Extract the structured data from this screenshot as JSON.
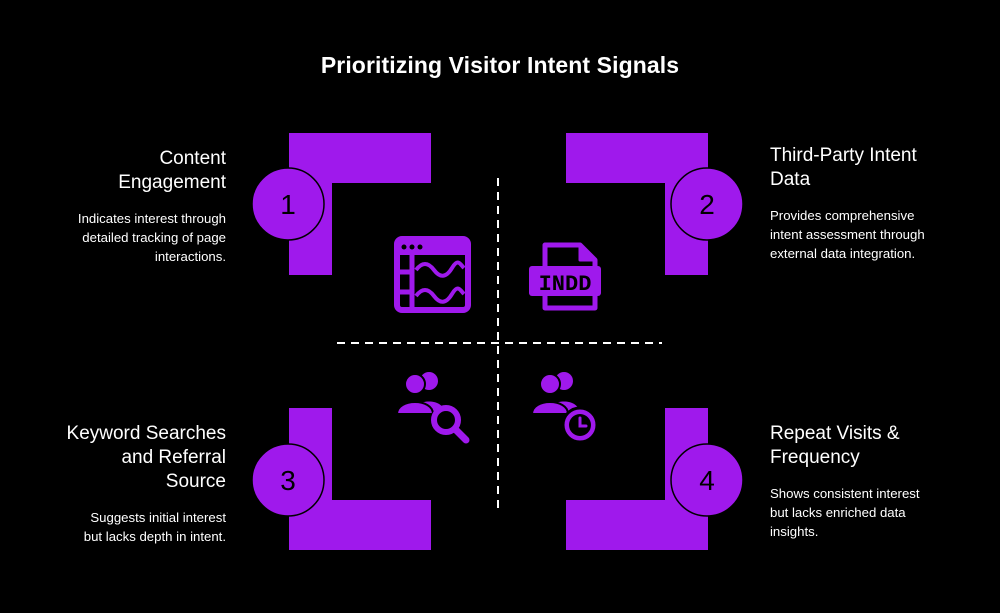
{
  "title": "Prioritizing Visitor Intent Signals",
  "colors": {
    "accent": "#9f19ec",
    "background": "#000000",
    "text": "#ffffff"
  },
  "quadrants": [
    {
      "number": "1",
      "title_lines": [
        "Content",
        "Engagement"
      ],
      "desc_lines": [
        "Indicates interest through",
        "detailed tracking of page",
        "interactions."
      ],
      "icon": "browser-chart-icon"
    },
    {
      "number": "2",
      "title_lines": [
        "Third-Party Intent",
        "Data"
      ],
      "desc_lines": [
        "Provides comprehensive",
        "intent assessment through",
        "external data integration."
      ],
      "icon": "indd-file-icon"
    },
    {
      "number": "3",
      "title_lines": [
        "Keyword Searches",
        "and Referral",
        "Source"
      ],
      "desc_lines": [
        "Suggests initial interest",
        "but lacks depth in intent."
      ],
      "icon": "users-search-icon"
    },
    {
      "number": "4",
      "title_lines": [
        "Repeat Visits &",
        "Frequency"
      ],
      "desc_lines": [
        "Shows consistent interest",
        "but lacks enriched data",
        "insights."
      ],
      "icon": "users-clock-icon"
    }
  ]
}
